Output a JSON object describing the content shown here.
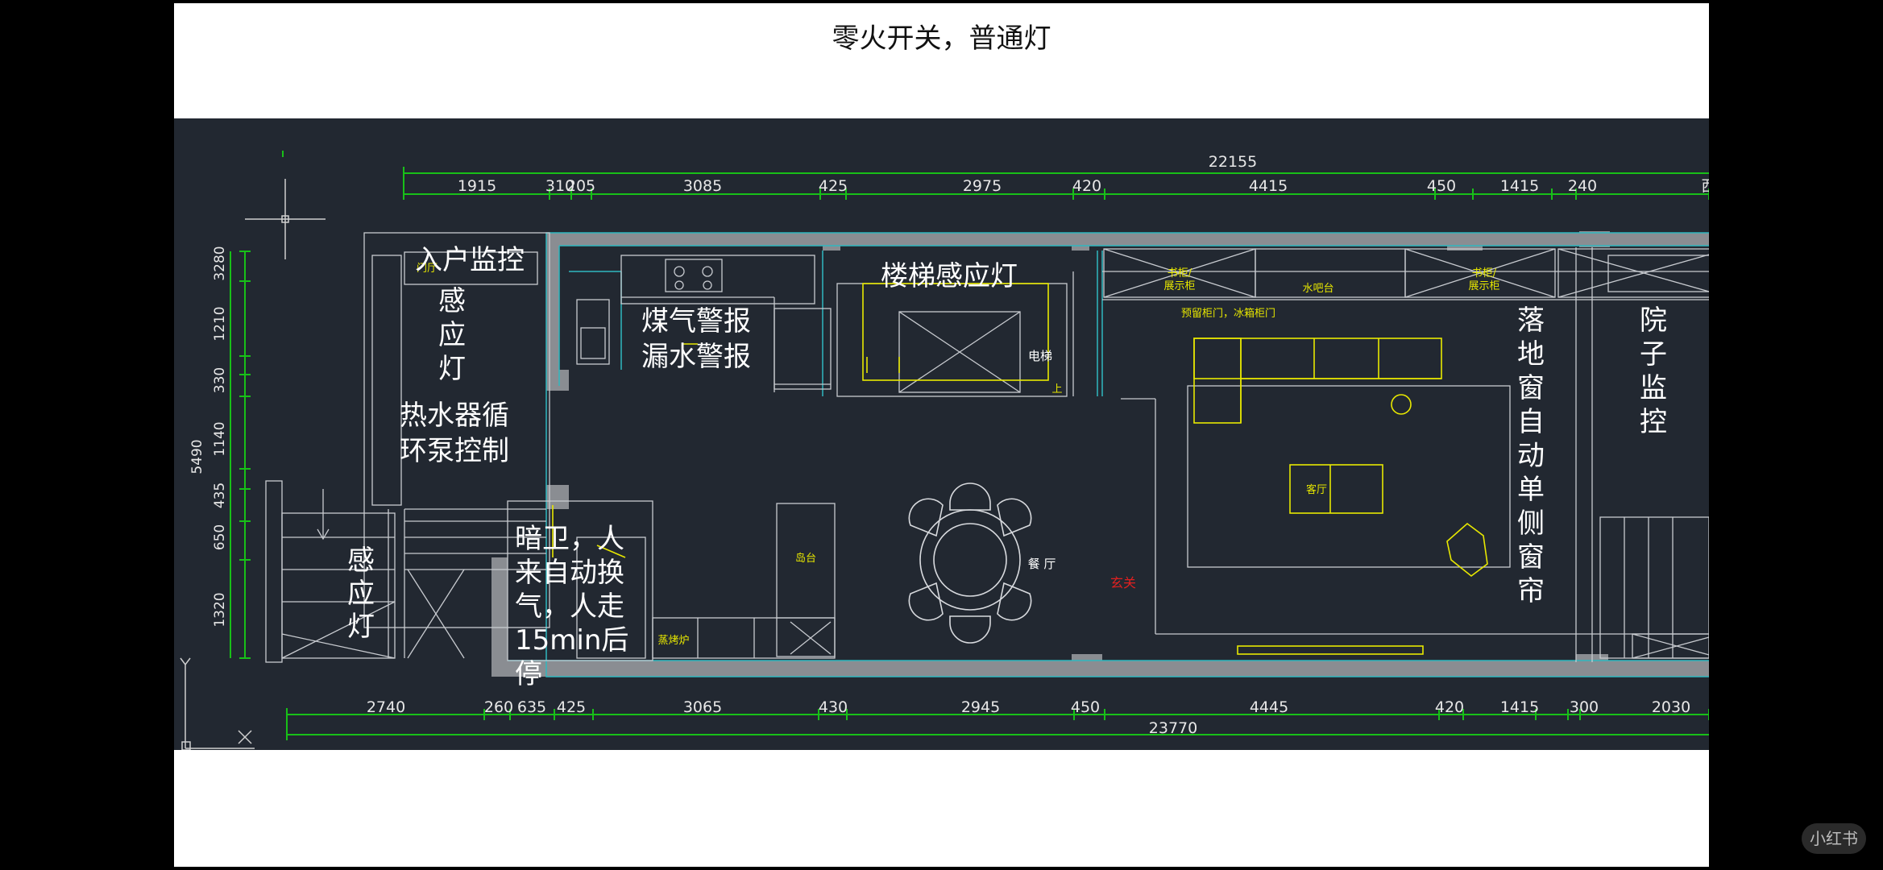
{
  "title": "零火开关，普通灯",
  "top_total": "22155",
  "top_dims": [
    "1915",
    "310",
    "205",
    "3085",
    "425",
    "2975",
    "420",
    "4415",
    "450",
    "1415",
    "240",
    "西"
  ],
  "bottom_total": "23770",
  "bottom_dims": [
    "2740",
    "260",
    "635",
    "425",
    "3065",
    "430",
    "2945",
    "450",
    "4445",
    "420",
    "1415",
    "300",
    "2030"
  ],
  "left_total": "5490",
  "left_dims": [
    "3280",
    "1210",
    "330",
    "1140",
    "435",
    "650",
    "1320"
  ],
  "annotations": {
    "entry_cam": "入户监控",
    "sensor_light_1": [
      "感",
      "应",
      "灯"
    ],
    "heater_pump": [
      "热水器循",
      "环泵控制"
    ],
    "gas_water_alarm": [
      "煤气警报",
      "漏水警报"
    ],
    "stair_light": "楼梯感应灯",
    "window_curtain": [
      "落",
      "地",
      "窗",
      "自",
      "动",
      "单",
      "侧",
      "窗",
      "帘"
    ],
    "yard_cam": [
      "院",
      "子",
      "监",
      "控"
    ],
    "sensor_light_2": [
      "感",
      "应",
      "灯"
    ],
    "hidden_bath": [
      "暗卫，人",
      "来自动换",
      "气，人走",
      "15min后",
      "停"
    ]
  },
  "room_labels": {
    "elevator": "电梯",
    "living": "客厅",
    "dining": "餐 厅",
    "island": "岛台",
    "bookcase_l": [
      "书柜/",
      "展示柜"
    ],
    "water_bar": "水吧台",
    "bookcase_r": [
      "书柜/",
      "展示柜"
    ],
    "fridge_note": "预留柜门，冰箱柜门",
    "steam_oven": "蒸烤炉",
    "elev_mark": "上",
    "red_label": "玄关",
    "tiny": "门厅"
  },
  "watermark": "小红书"
}
